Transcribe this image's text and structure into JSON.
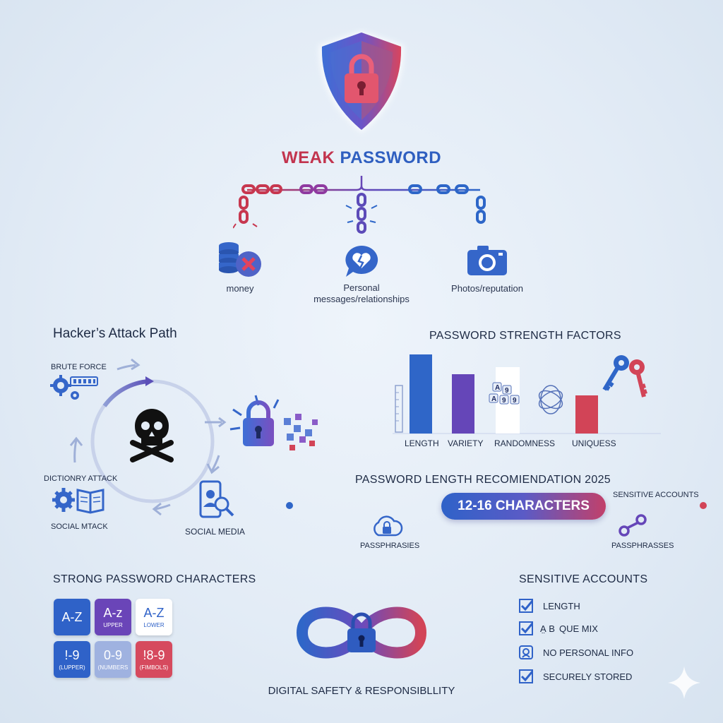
{
  "header": {
    "title_part1": "WEAK",
    "title_part2": "PASSWORD"
  },
  "consequences": [
    {
      "label": "money",
      "icon": "database-icon"
    },
    {
      "label_line1": "Personal",
      "label_line2": "messages/relationships",
      "icon": "broken-heart-chat-icon"
    },
    {
      "label": "Photos/reputation",
      "icon": "camera-icon"
    }
  ],
  "attack_path": {
    "title": "Hacker’s Attack Path",
    "labels": {
      "brute_force": "BRUTE FORCE",
      "dictionary": "DICTIONRY ATTACK",
      "social_attack": "SOCIAL MTACK",
      "social_media": "SOCIAL MEDIA"
    }
  },
  "strength": {
    "title": "PASSWORD STRENGTH FACTORS",
    "bar_labels": [
      "LENGTH",
      "VARIETY",
      "RANDOMNESS",
      "UNIQUESS"
    ]
  },
  "recommendation": {
    "title": "PASSWORD LENGTH RECOMIENDATION 2025",
    "pill": "12-16 CHARACTERS",
    "right_label": "SENSITIVE ACCOUNTS",
    "left_caption": "PASSPHRASIES",
    "right_caption": "PASSPHRASSES"
  },
  "strong_chars": {
    "title": "STRONG PASSWORD CHARACTERS",
    "tiles": [
      {
        "big": "A-Z",
        "small": ""
      },
      {
        "big": "A-z",
        "small": "UPPER"
      },
      {
        "big": "A-Z",
        "small": "LOWER"
      },
      {
        "big": "!-9",
        "small": "(LUPPER)"
      },
      {
        "big": "0-9",
        "small": "(NUMBERS"
      },
      {
        "big": "!8-9",
        "small": "(FIMBOLS)"
      }
    ]
  },
  "footer": {
    "title": "DIGITAL SAFETY & RESPONSIBLLITY"
  },
  "sensitive": {
    "title": "SENSITIVE ACCOUNTS",
    "items": [
      {
        "label": "LENGTH"
      },
      {
        "prefix": "A̤ B",
        "label": "QUE MIX"
      },
      {
        "label": "NO PERSONAL INFO"
      },
      {
        "label": "SECURELY STORED"
      }
    ]
  },
  "colors": {
    "blue": "#2f62c8",
    "purple": "#6b4bbd",
    "red": "#d24457",
    "navy": "#1d2a44"
  }
}
